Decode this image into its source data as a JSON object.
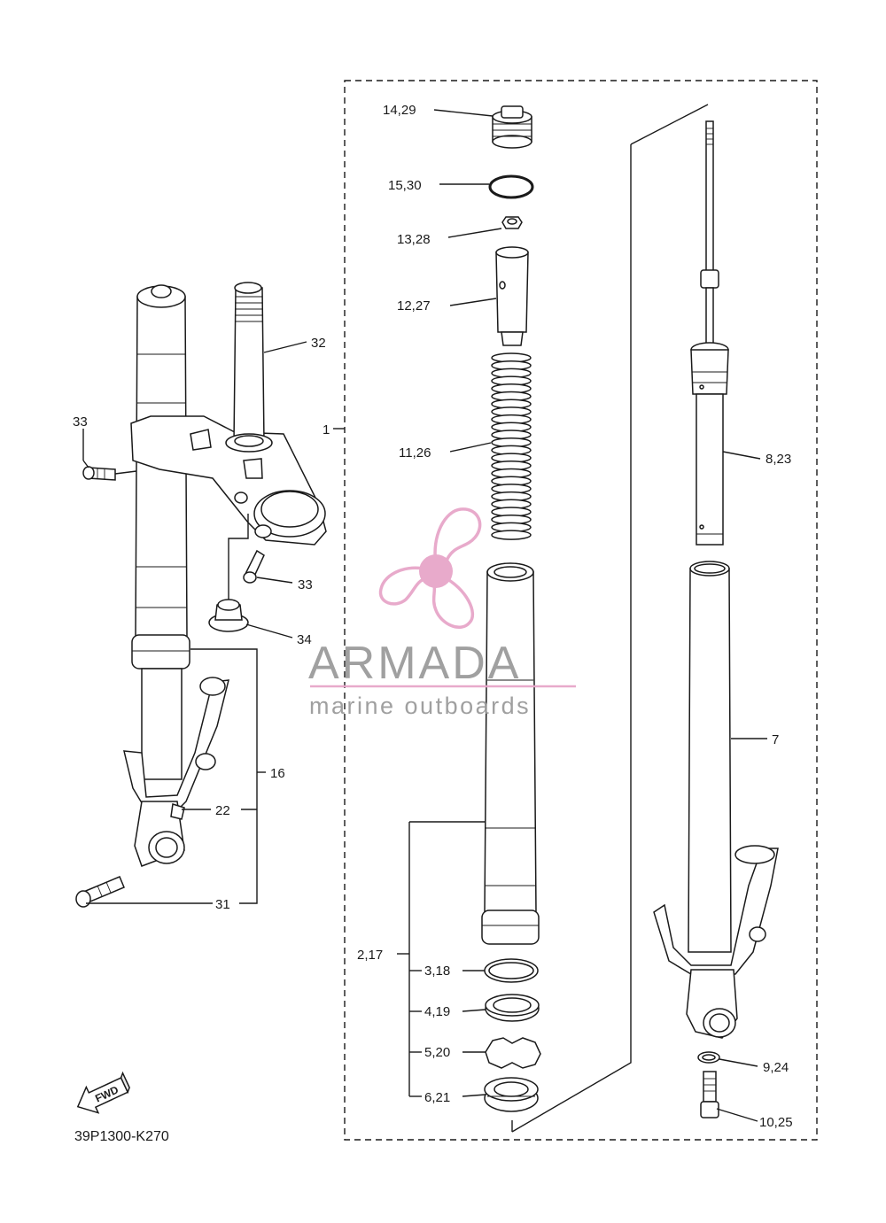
{
  "diagram": {
    "code": "39P1300-K270",
    "fwd_label": "FWD",
    "callouts": {
      "c1": "1",
      "c2_17": "2,17",
      "c3_18": "3,18",
      "c4_19": "4,19",
      "c5_20": "5,20",
      "c6_21": "6,21",
      "c7": "7",
      "c8_23": "8,23",
      "c9_24": "9,24",
      "c10_25": "10,25",
      "c11_26": "11,26",
      "c12_27": "12,27",
      "c13_28": "13,28",
      "c14_29": "14,29",
      "c15_30": "15,30",
      "c16": "16",
      "c22": "22",
      "c31": "31",
      "c32": "32",
      "c33a": "33",
      "c33b": "33",
      "c34": "34"
    }
  },
  "watermark": {
    "brand": "ARMADA",
    "tagline": "marine outboards",
    "color": "#e7a6c9"
  }
}
